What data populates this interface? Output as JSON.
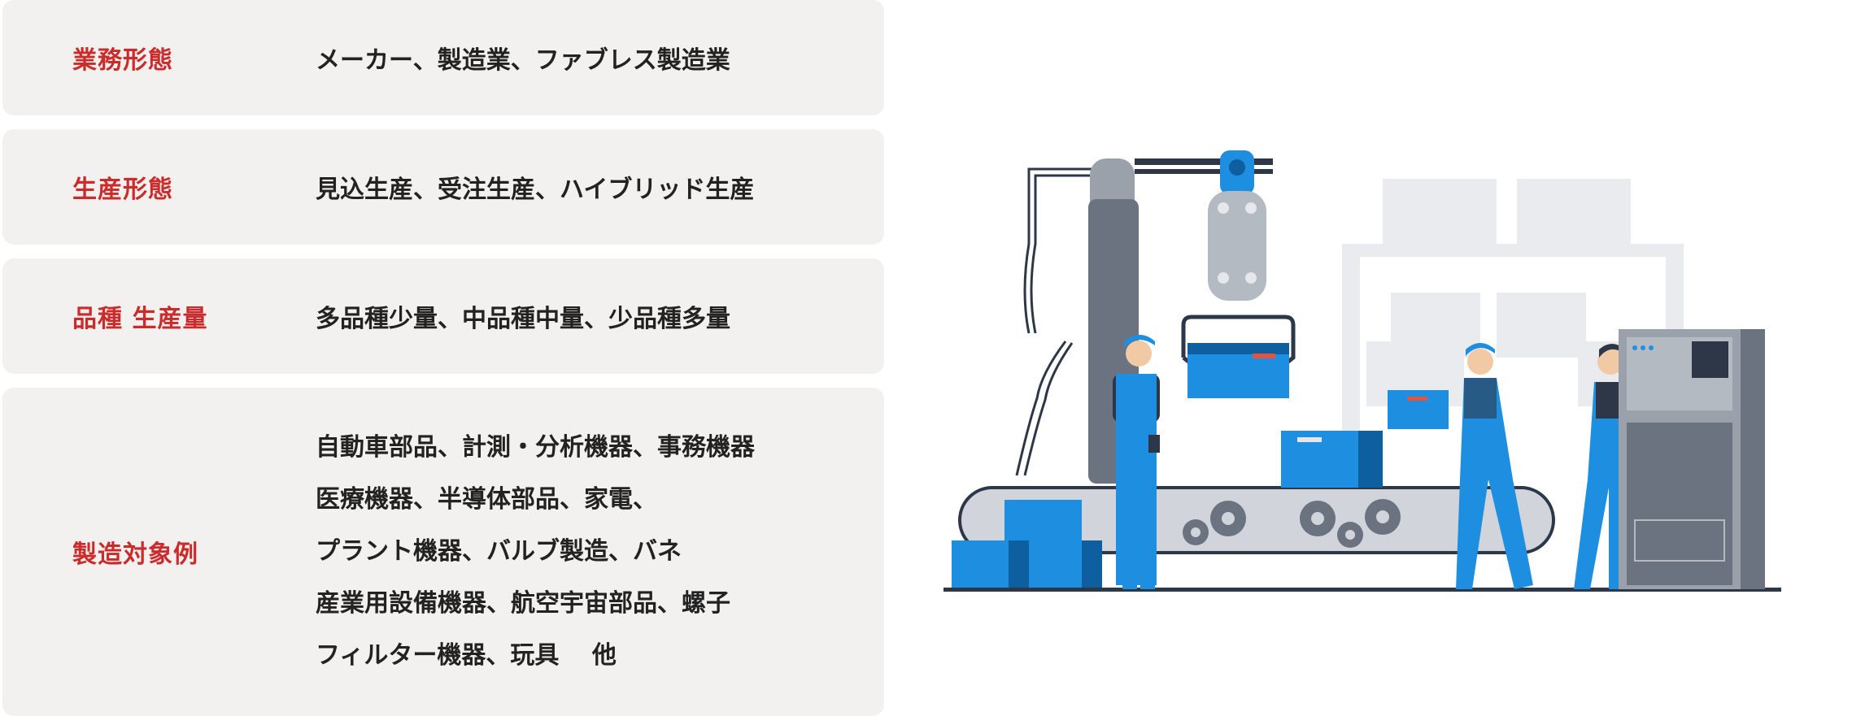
{
  "rows": [
    {
      "label": "業務形態",
      "value": "メーカー、製造業、ファブレス製造業"
    },
    {
      "label": "生産形態",
      "value": "見込生産、受注生産、ハイブリッド生産"
    },
    {
      "label": "品種 生産量",
      "value": "多品種少量、中品種中量、少品種多量"
    },
    {
      "label": "製造対象例",
      "lines": [
        "自動車部品、計測・分析機器、事務機器",
        "医療機器、半導体部品、家電、",
        "プラント機器、バルブ製造、バネ",
        "産業用設備機器、航空宇宙部品、螺子",
        "フィルター機器、玩具　 他"
      ]
    }
  ],
  "colors": {
    "label": "#cc2b2b",
    "row_bg": "#f3f1ef",
    "accent_blue": "#1e8fe0",
    "machine_gray": "#6b7280"
  },
  "illustration": {
    "subject": "factory-production-line-icon"
  }
}
